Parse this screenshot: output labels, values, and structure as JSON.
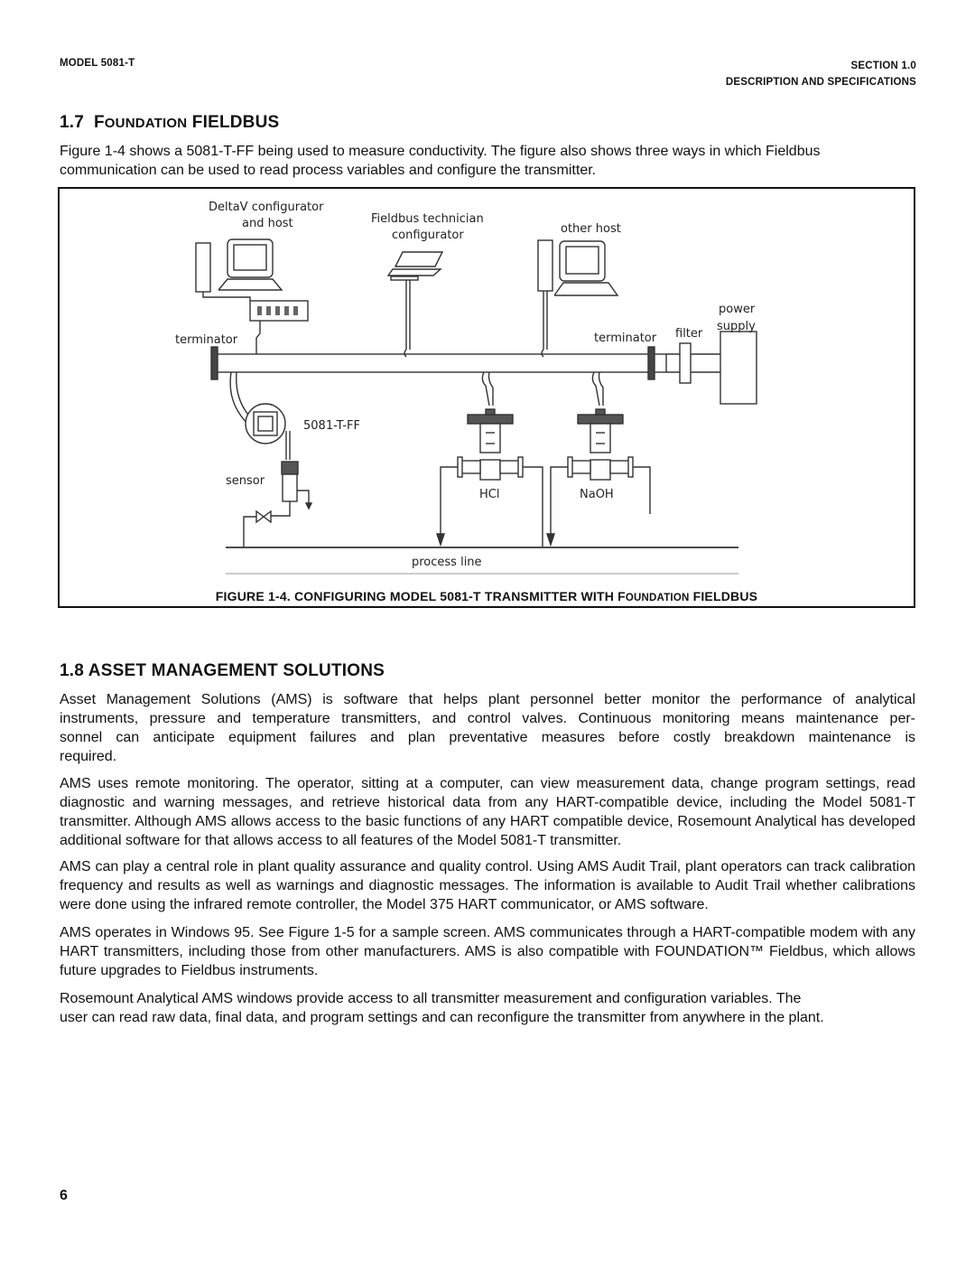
{
  "header": {
    "left": "MODEL 5081-T",
    "right_line1": "SECTION 1.0",
    "right_line2": "DESCRIPTION AND SPECIFICATIONS"
  },
  "section_17": {
    "number": "1.7",
    "title_cap1": "F",
    "title_small": "OUNDATION",
    "title_rest": "FIELDBUS",
    "paragraph": "Figure 1-4 shows a 5081-T-FF being used to measure conductivity. The figure also shows three ways in which Fieldbus communication can be used to read process variables and configure the transmitter."
  },
  "figure": {
    "labels": {
      "deltav_line1": "DeltaV configurator",
      "deltav_line2": "and host",
      "tech_line1": "Fieldbus technician",
      "tech_line2": "configurator",
      "other_host": "other host",
      "power_line1": "power",
      "power_line2": "supply",
      "terminator_left": "terminator",
      "terminator_right": "terminator",
      "filter": "filter",
      "transmitter": "5081-T-FF",
      "sensor": "sensor",
      "hcl": "HCl",
      "naoh": "NaOH",
      "process_line": "process line"
    },
    "caption_pre": "FIGURE 1-4. CONFIGURING MODEL 5081-T TRANSMITTER WITH F",
    "caption_small": "OUNDATION",
    "caption_post": "FIELDBUS"
  },
  "section_18": {
    "title": "1.8 ASSET MANAGEMENT SOLUTIONS",
    "p1_l1": "Asset Management Solutions (AMS) is software that helps plant personnel better monitor the performance of analytical",
    "p1_l2": "instruments, pressure and temperature transmitters, and control valves. Continuous monitoring means maintenance per-",
    "p1_l3": "sonnel can anticipate equipment failures and plan preventative measures before costly breakdown maintenance is",
    "p1_l4": "required.",
    "p2": "AMS uses remote monitoring. The operator, sitting at a computer, can view measurement data, change program settings, read diagnostic and warning messages, and retrieve historical data from any HART-compatible device, including the Model 5081-T transmitter. Although AMS allows access to the basic functions of any HART compatible device, Rosemount Analytical has developed additional software for that allows access to all features of the Model 5081-T transmitter.",
    "p3": "AMS can play a central role in plant quality assurance and quality control. Using AMS Audit Trail, plant operators can track calibration frequency and results as well as warnings and diagnostic messages. The information is available to Audit Trail whether calibrations were done using the infrared remote controller, the Model 375 HART communicator, or AMS software.",
    "p4": "AMS operates in Windows 95. See Figure 1-5 for a sample screen. AMS communicates through a HART-compatible modem with any HART transmitters, including those from other manufacturers. AMS is also compatible with FOUNDATION™ Fieldbus, which allows future upgrades to Fieldbus instruments.",
    "p5_l1": "Rosemount Analytical AMS windows provide access to all transmitter measurement and configuration variables. The",
    "p5_l2": "user can read raw data, final data, and program settings and can reconfigure the transmitter from anywhere in the plant."
  },
  "page_number": "6"
}
